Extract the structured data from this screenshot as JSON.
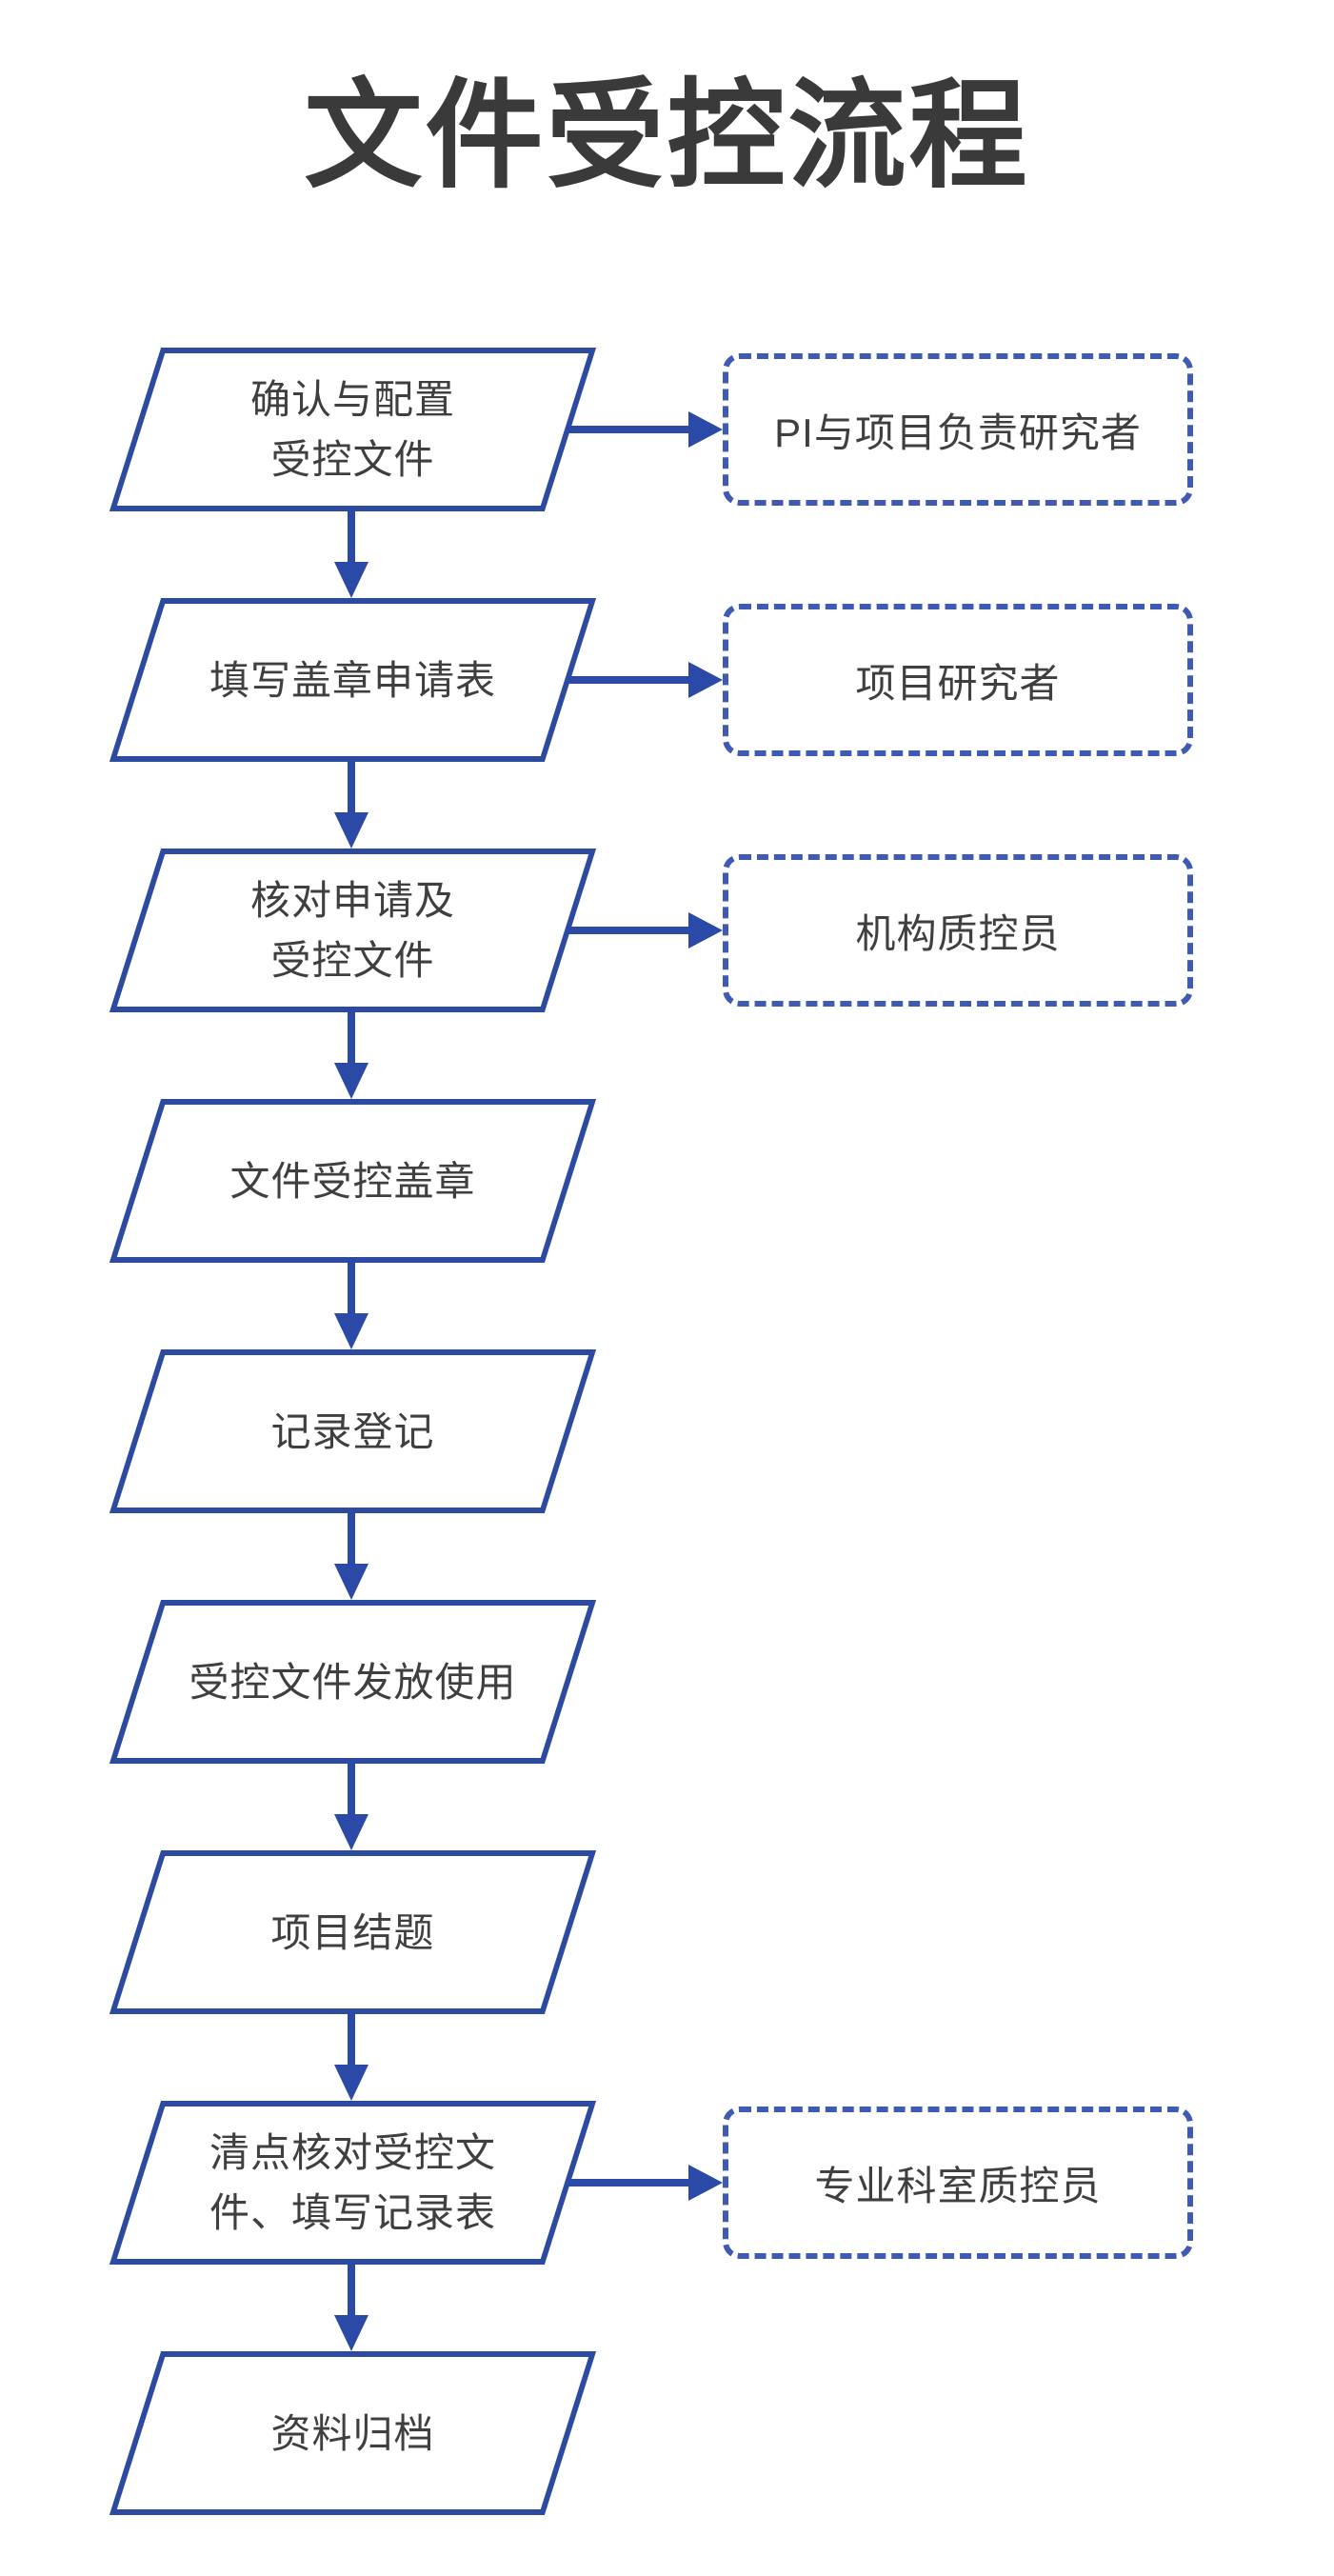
{
  "title": "文件受控流程",
  "colors": {
    "background": "#ffffff",
    "shape_border": "#2c4a9f",
    "dashed_border": "#3f5ab3",
    "arrow": "#2b49a6",
    "text": "#3f3f3f",
    "title_text": "#3a3a3a"
  },
  "flow": {
    "steps": [
      {
        "label": "确认与配置\n受控文件",
        "annotation": "PI与项目负责研究者"
      },
      {
        "label": "填写盖章申请表",
        "annotation": "项目研究者"
      },
      {
        "label": "核对申请及\n受控文件",
        "annotation": "机构质控员"
      },
      {
        "label": "文件受控盖章"
      },
      {
        "label": "记录登记"
      },
      {
        "label": "受控文件发放使用"
      },
      {
        "label": "项目结题"
      },
      {
        "label": "清点核对受控文\n件、填写记录表",
        "annotation": "专业科室质控员"
      },
      {
        "label": "资料归档"
      }
    ]
  }
}
